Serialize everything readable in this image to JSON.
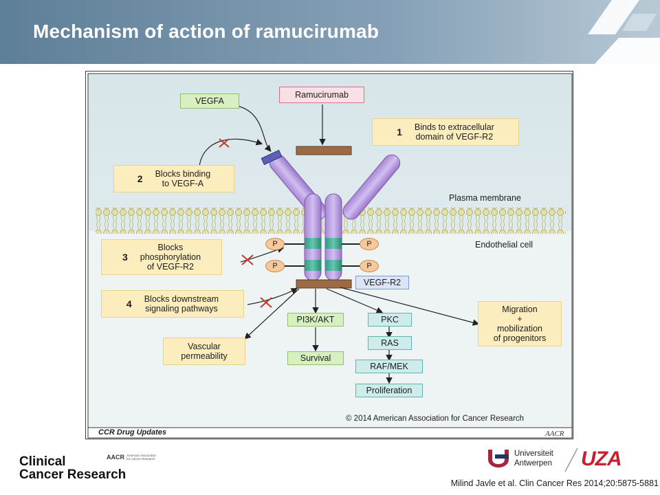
{
  "slide": {
    "title": "Mechanism of action of ramucirumab"
  },
  "figure": {
    "banner": "CCR Drug Updates",
    "banner_logo": "AACR",
    "copyright": "© 2014 American Association for Cancer Research",
    "plasma_membrane": "Plasma membrane",
    "endothelial_cell": "Endothelial cell",
    "vegfa": "VEGFA",
    "ramucirumab": "Ramucirumab",
    "receptor": "VEGF-R2",
    "phospho": [
      "P",
      "P",
      "P",
      "P"
    ],
    "blocks": [
      {
        "num": "1",
        "line1": "Binds to extracellular",
        "line2": "domain of VEGF-R2",
        "line3": ""
      },
      {
        "num": "2",
        "line1": "Blocks binding",
        "line2": "to  VEGF-A",
        "line3": ""
      },
      {
        "num": "3",
        "line1": "Blocks",
        "line2": "phosphorylation",
        "line3": "of VEGF-R2"
      },
      {
        "num": "4",
        "line1": "Blocks downstream",
        "line2": "signaling pathways",
        "line3": ""
      }
    ],
    "pathway": {
      "pi3k": "PI3K/AKT",
      "survival": "Survival",
      "pkc": "PKC",
      "ras": "RAS",
      "rafmek": "RAF/MEK",
      "proliferation": "Proliferation"
    },
    "outcomes": {
      "vascular_line1": "Vascular",
      "vascular_line2": "permeability",
      "migration_line1": "Migration",
      "migration_line2": "+",
      "migration_line3": "mobilization",
      "migration_line4": "of progenitors"
    }
  },
  "footer": {
    "journal_line1": "Clinical",
    "journal_line2": "Cancer Research",
    "aacr_logo": "AACR",
    "aacr_line1": "American Association",
    "aacr_line2": "for Cancer Research",
    "university_line1": "Universiteit",
    "university_line2": "Antwerpen",
    "uza": "UZA",
    "citation": "Milind  Javle et al. Clin Cancer Res 2014;20:5875-5881"
  },
  "colors": {
    "header": "#6f8ea6",
    "receptor": "#b99ae0",
    "membrane": "#e6e4a8",
    "antibody": "#9c6b45",
    "inhibit_x": "#c0392b",
    "uza_red": "#c8202f"
  }
}
